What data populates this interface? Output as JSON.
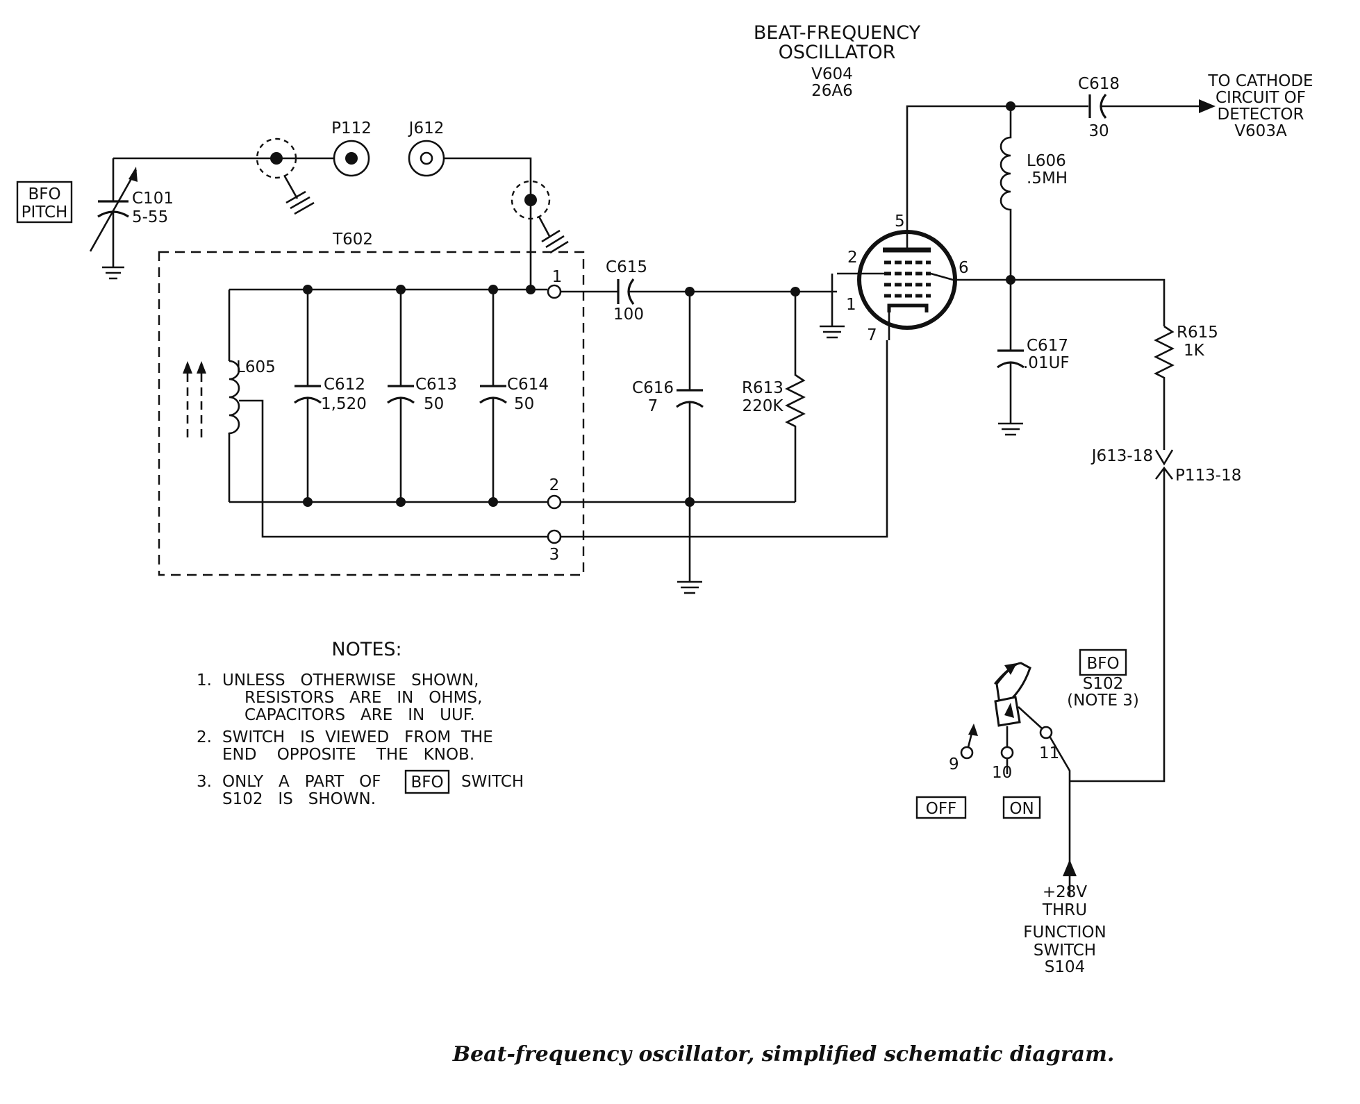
{
  "header": {
    "title_line1": "BEAT-FREQUENCY",
    "title_line2": "OSCILLATOR",
    "tube_ref": "V604",
    "tube_type": "26A6"
  },
  "labels": {
    "bfo_pitch_1": "BFO",
    "bfo_pitch_2": "PITCH",
    "c101_ref": "C101",
    "c101_val": "5-55",
    "p112": "P112",
    "j612": "J612",
    "t602": "T602",
    "l605": "L605",
    "c612_ref": "C612",
    "c612_val": "1,520",
    "c613_ref": "C613",
    "c613_val": "50",
    "c614_ref": "C614",
    "c614_val": "50",
    "c615_ref": "C615",
    "c615_val": "100",
    "c616_ref": "C616",
    "c616_val": "7",
    "r613_ref": "R613",
    "r613_val": "220K",
    "term1": "1",
    "term2": "2",
    "term3": "3",
    "pin1": "1",
    "pin2": "2",
    "pin5": "5",
    "pin6": "6",
    "pin7": "7",
    "c618_ref": "C618",
    "c618_val": "30",
    "to_cathode_1": "TO CATHODE",
    "to_cathode_2": "CIRCUIT OF",
    "to_cathode_3": "DETECTOR",
    "to_cathode_4": "V603A",
    "l606_ref": "L606",
    "l606_val": ".5MH",
    "c617_ref": "C617",
    "c617_val": ".01UF",
    "r615_ref": "R615",
    "r615_val": "1K",
    "j613": "J613-18",
    "p113": "P113-18",
    "bfo_sw": "BFO",
    "s102": "S102",
    "note3": "(NOTE 3)",
    "sw9": "9",
    "sw10": "10",
    "sw11": "11",
    "off": "OFF",
    "on": "ON",
    "supply_1": "+28V",
    "supply_2": "THRU",
    "supply_3": "FUNCTION",
    "supply_4": "SWITCH",
    "supply_5": "S104"
  },
  "notes": {
    "heading": "NOTES:",
    "n1_num": "1.",
    "n1_l1": "UNLESS   OTHERWISE   SHOWN,",
    "n1_l2": "RESISTORS   ARE   IN   OHMS,",
    "n1_l3": "CAPACITORS   ARE   IN   UUF.",
    "n2_num": "2.",
    "n2_l1": "SWITCH   IS  VIEWED   FROM  THE",
    "n2_l2": "END    OPPOSITE    THE   KNOB.",
    "n3_num": "3.",
    "n3_l1a": "ONLY   A   PART   OF",
    "n3_box": "BFO",
    "n3_l1b": "SWITCH",
    "n3_l2": "S102   IS   SHOWN."
  },
  "caption": "Beat-frequency oscillator, simplified schematic diagram."
}
